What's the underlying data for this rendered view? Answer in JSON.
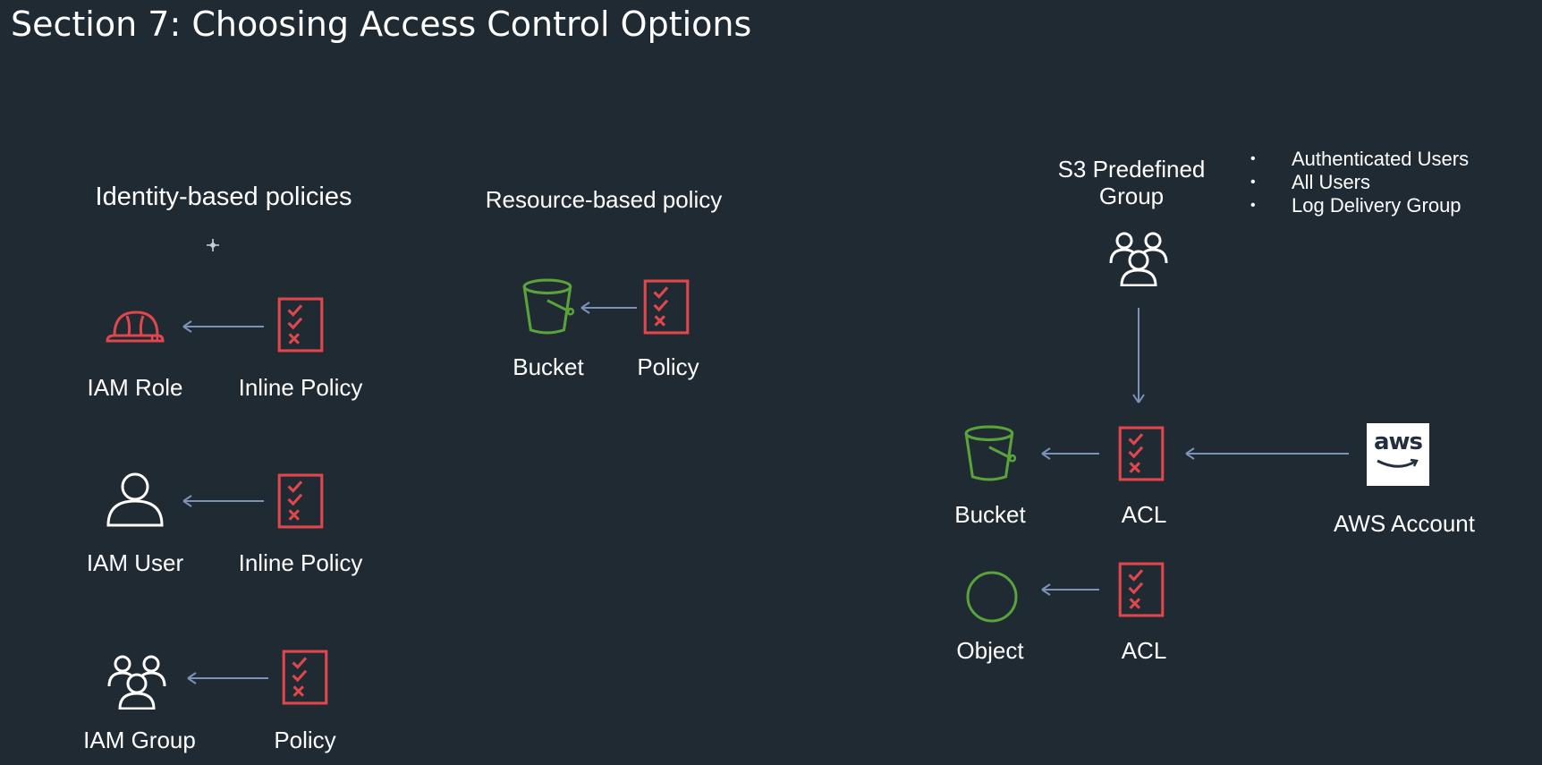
{
  "title": "Section 7: Choosing Access Control Options",
  "identity": {
    "heading": "Identity-based policies",
    "rows": [
      {
        "entity": "IAM Role",
        "entity_icon": "helmet-icon",
        "policy": "Inline Policy",
        "policy_icon": "policy-checklist-icon"
      },
      {
        "entity": "IAM User",
        "entity_icon": "user-icon",
        "policy": "Inline Policy",
        "policy_icon": "policy-checklist-icon"
      },
      {
        "entity": "IAM Group",
        "entity_icon": "group-icon",
        "policy": "Policy",
        "policy_icon": "policy-checklist-icon"
      }
    ]
  },
  "resource": {
    "heading": "Resource-based policy",
    "bucket_label": "Bucket",
    "bucket_icon": "bucket-icon",
    "policy_label": "Policy",
    "policy_icon": "policy-checklist-icon"
  },
  "acl": {
    "group_label": "S3 Predefined Group",
    "group_icon": "group-icon",
    "group_members": [
      "Authenticated Users",
      "All Users",
      "Log Delivery Group"
    ],
    "bucket_label": "Bucket",
    "bucket_acl_label": "ACL",
    "object_label": "Object",
    "object_acl_label": "ACL",
    "aws_logo_text": "aws",
    "aws_account_label": "AWS Account"
  },
  "colors": {
    "background": "#1f2a33",
    "policy_red": "#e0474c",
    "bucket_green": "#5aa23a",
    "arrow_blue": "#7b93b8",
    "text": "#ffffff"
  }
}
